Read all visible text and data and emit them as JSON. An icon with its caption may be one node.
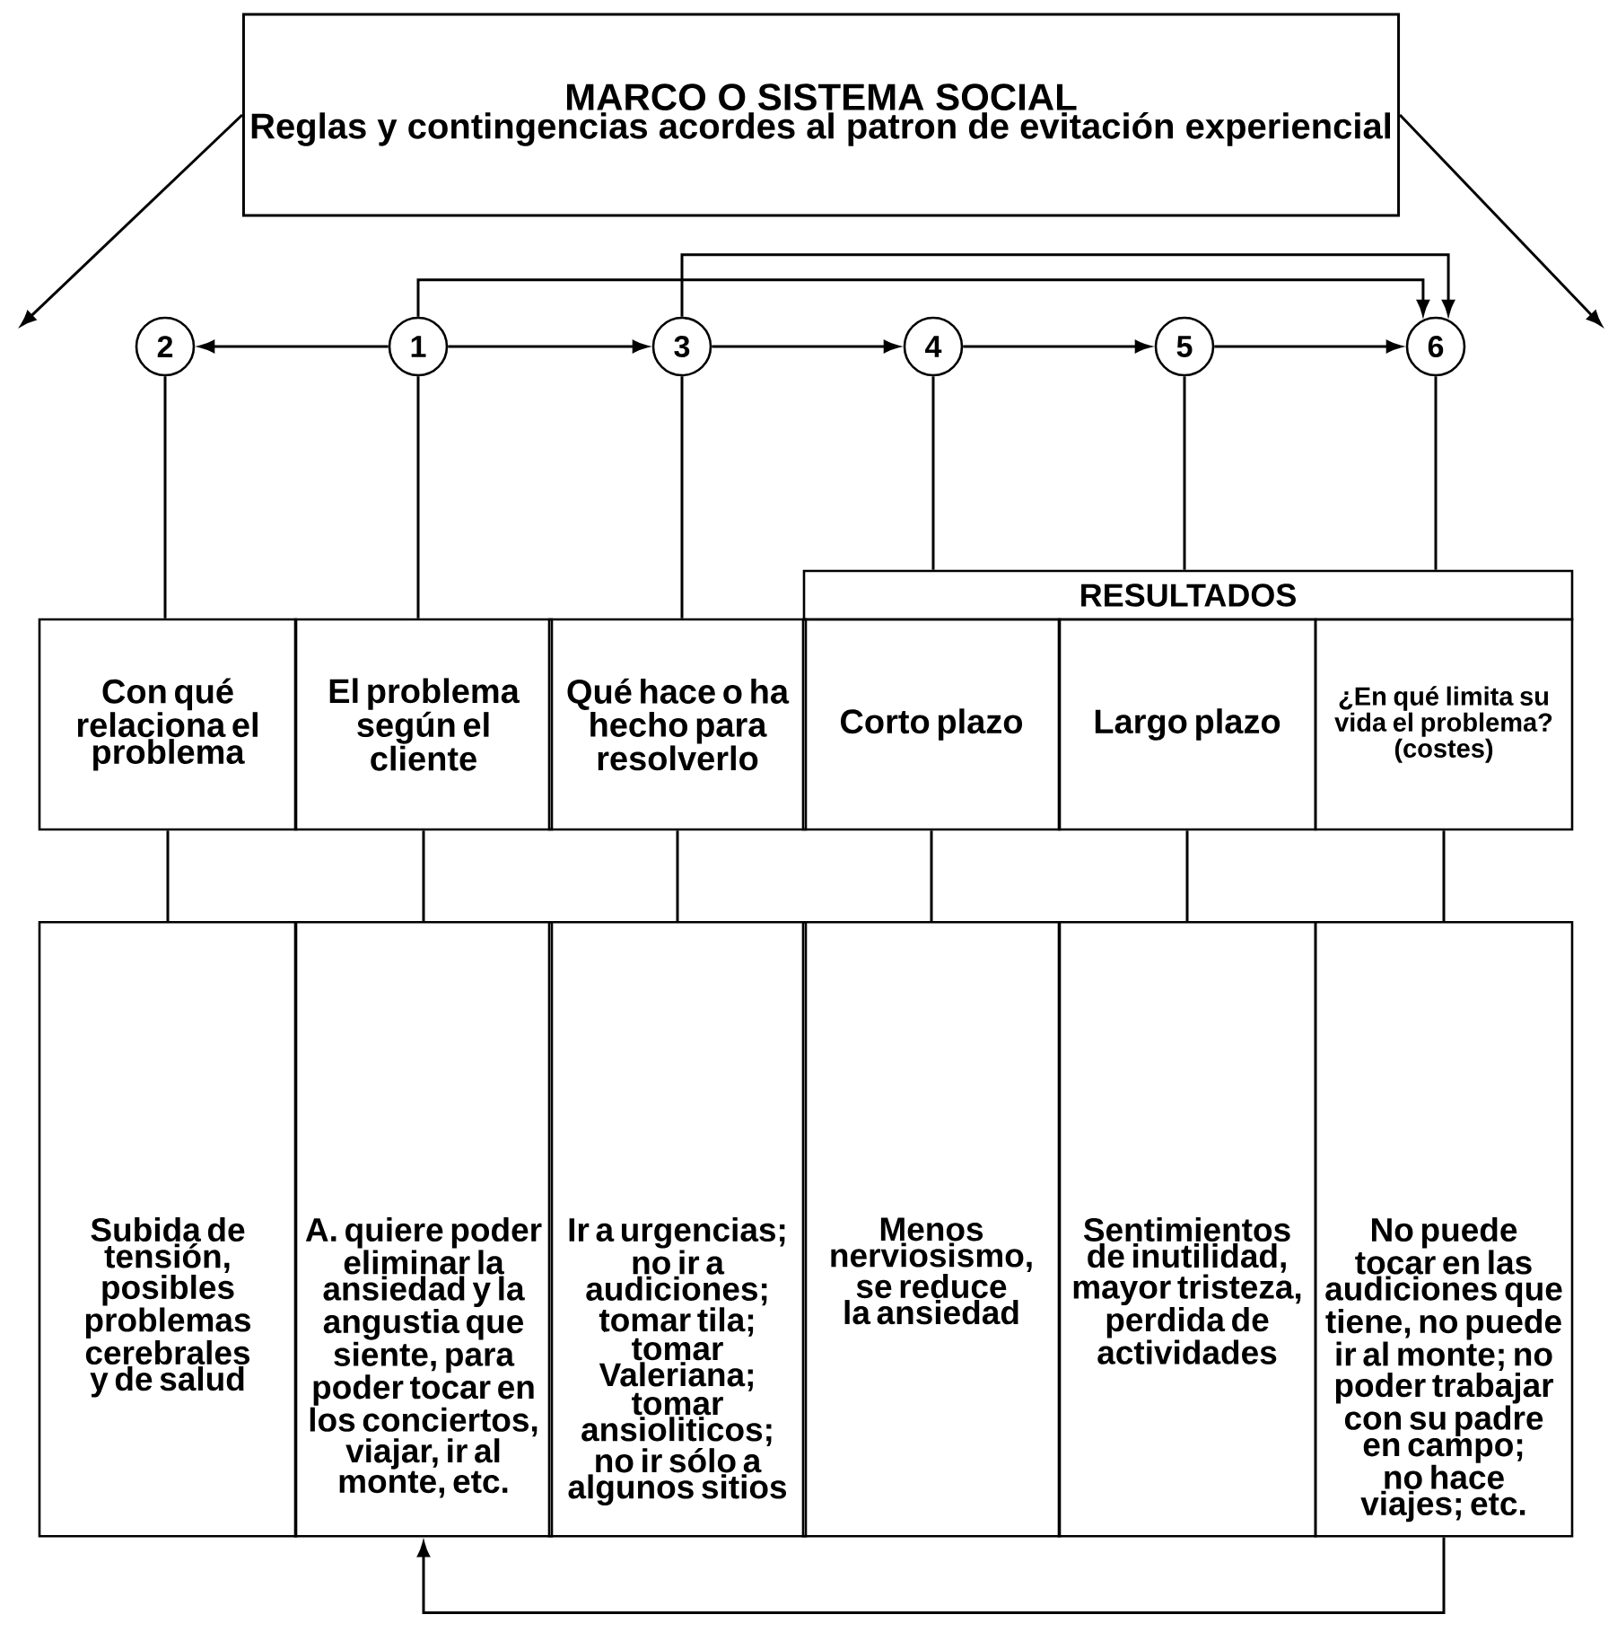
{
  "diagram": {
    "nodes": [
      {
        "text": [
          "MARCO O SISTEMA SOCIAL",
          "Reglas y contingencias acordes al patron de evitación experiencial"
        ]
      },
      {
        "text": [
          "2"
        ]
      },
      {
        "text": [
          "1"
        ]
      },
      {
        "text": [
          "3"
        ]
      },
      {
        "text": [
          "4"
        ]
      },
      {
        "text": [
          "5"
        ]
      },
      {
        "text": [
          "6"
        ]
      },
      {
        "text": [
          "RESULTADOS"
        ]
      },
      {
        "text": [
          "Con qué relaciona el problema"
        ]
      },
      {
        "text": [
          "El problema según el cliente"
        ]
      },
      {
        "text": [
          "Qué hace o ha hecho para resolverlo"
        ]
      },
      {
        "text": [
          "Corto plazo"
        ]
      },
      {
        "text": [
          "Largo plazo"
        ]
      },
      {
        "text": [
          "¿En qué limita su vida el problema? (costes)"
        ]
      },
      {
        "text": [
          "Subida de tensión, posibles problemas cerebrales y de salud"
        ]
      },
      {
        "text": [
          "A. quiere poder eliminar la ansiedad y la angustia que siente, para poder tocar en los conciertos, viajar, ir al monte, etc."
        ]
      },
      {
        "text": [
          "Ir a urgencias; no ir a audiciones; tomar tila; tomar Valeriana; tomar ansioliticos; no ir sólo a algunos sitios"
        ]
      },
      {
        "text": [
          "Menos nerviosismo, se reduce la ansiedad"
        ]
      },
      {
        "text": [
          "Sentimientos de inutilidad, mayor tristeza, perdida de actividades"
        ]
      },
      {
        "text": [
          "No puede tocar en las audiciones que tiene, no puede ir al monte; no poder trabajar con su padre en campo; no hace viajes; etc."
        ]
      }
    ],
    "edges": [
      {
        "from": 0,
        "to": null,
        "arrow": "to"
      },
      {
        "from": 0,
        "to": null,
        "arrow": "to"
      },
      {
        "from": 2,
        "to": 1,
        "arrow": "to"
      },
      {
        "from": 2,
        "to": 3,
        "arrow": "to"
      },
      {
        "from": 3,
        "to": 4,
        "arrow": "to"
      },
      {
        "from": 4,
        "to": 5,
        "arrow": "to"
      },
      {
        "from": 5,
        "to": 6,
        "arrow": "to"
      },
      {
        "from": 2,
        "to": 6,
        "arrow": "to"
      },
      {
        "from": 3,
        "to": 6,
        "arrow": "to"
      },
      {
        "from": 1,
        "to": 8,
        "arrow": "none"
      },
      {
        "from": 2,
        "to": 9,
        "arrow": "none"
      },
      {
        "from": 3,
        "to": 10,
        "arrow": "none"
      },
      {
        "from": 4,
        "to": 7,
        "arrow": "none"
      },
      {
        "from": 5,
        "to": 7,
        "arrow": "none"
      },
      {
        "from": 6,
        "to": 7,
        "arrow": "none"
      },
      {
        "from": 8,
        "to": 14,
        "arrow": "none"
      },
      {
        "from": 9,
        "to": 15,
        "arrow": "none"
      },
      {
        "from": 10,
        "to": 16,
        "arrow": "none"
      },
      {
        "from": 11,
        "to": 17,
        "arrow": "none"
      },
      {
        "from": 12,
        "to": 18,
        "arrow": "none"
      },
      {
        "from": 13,
        "to": 19,
        "arrow": "none"
      },
      {
        "from": 19,
        "to": 15,
        "arrow": "to"
      }
    ]
  }
}
